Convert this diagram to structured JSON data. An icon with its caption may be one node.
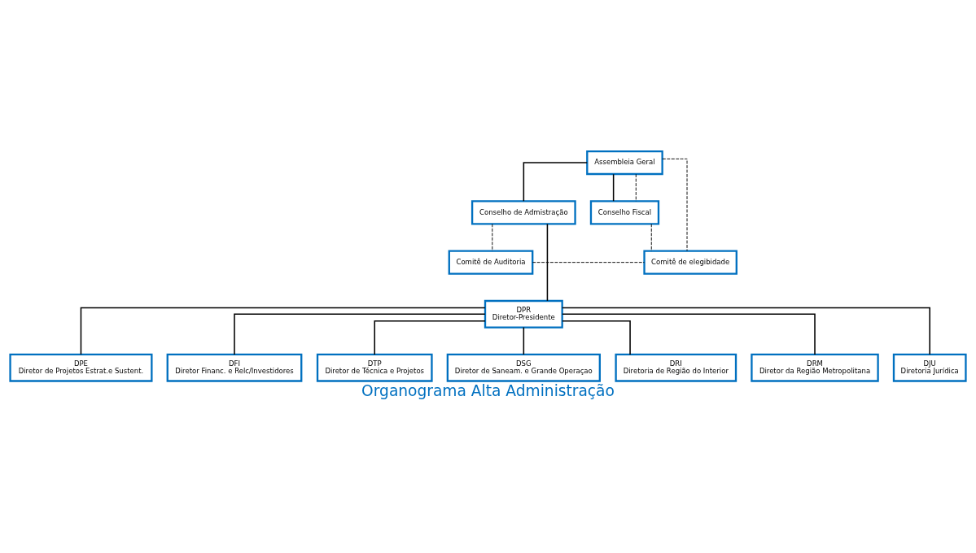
{
  "diagram": {
    "caption": "Organograma Alta Administração",
    "nodes": [
      {
        "text": [
          "Assembleia Geral"
        ]
      },
      {
        "text": [
          "Conselho de Admistração"
        ]
      },
      {
        "text": [
          "Conselho Fiscal"
        ]
      },
      {
        "text": [
          "Comitê de Auditoria"
        ]
      },
      {
        "text": [
          "Comitê de elegibidade"
        ]
      },
      {
        "text": [
          "DPR",
          "Diretor-Presidente"
        ]
      },
      {
        "text": [
          "DPE",
          "Diretor de Projetos Estrat.e Sustent."
        ]
      },
      {
        "text": [
          "DFI",
          "Diretor Financ. e Relc/Investidores"
        ]
      },
      {
        "text": [
          "DTP",
          "Diretor de Técnica e Projetos"
        ]
      },
      {
        "text": [
          "DSG",
          "Diretor de Saneam. e Grande Operaçao"
        ]
      },
      {
        "text": [
          "DRI",
          "Diretoria de Região do Interior"
        ]
      },
      {
        "text": [
          "DRM",
          "Diretor da Região Metropolitana"
        ]
      },
      {
        "text": [
          "DJU",
          "Diretoria Jurídica"
        ]
      }
    ],
    "edges": [
      {
        "from": 0,
        "to": 1,
        "arrow": "none"
      },
      {
        "from": 0,
        "to": 2,
        "arrow": "none"
      },
      {
        "from": 0,
        "to": 4,
        "arrow": "none",
        "style": "dashed"
      },
      {
        "from": 0,
        "to": 2,
        "arrow": "none",
        "style": "dashed"
      },
      {
        "from": 2,
        "to": 4,
        "arrow": "none",
        "style": "dashed"
      },
      {
        "from": 1,
        "to": 3,
        "arrow": "none",
        "style": "dashed"
      },
      {
        "from": 3,
        "to": 4,
        "arrow": "none",
        "style": "dashed"
      },
      {
        "from": 1,
        "to": 5,
        "arrow": "none"
      },
      {
        "from": 5,
        "to": 6,
        "arrow": "none"
      },
      {
        "from": 5,
        "to": 7,
        "arrow": "none"
      },
      {
        "from": 5,
        "to": 8,
        "arrow": "none"
      },
      {
        "from": 5,
        "to": 9,
        "arrow": "none"
      },
      {
        "from": 5,
        "to": 10,
        "arrow": "none"
      },
      {
        "from": 5,
        "to": 11,
        "arrow": "none"
      },
      {
        "from": 5,
        "to": 12,
        "arrow": "none"
      }
    ]
  }
}
